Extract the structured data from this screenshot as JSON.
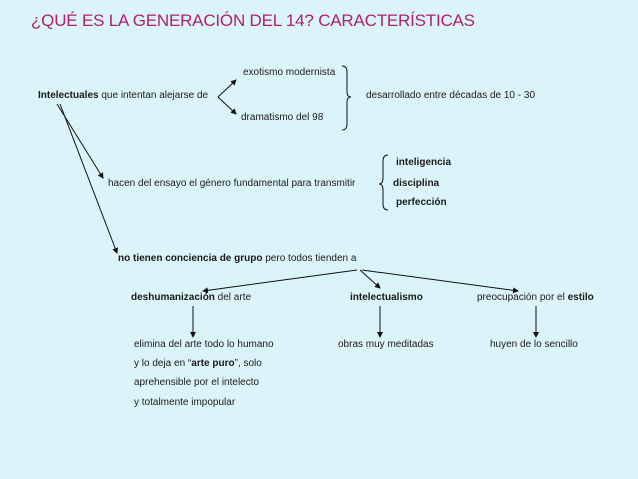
{
  "title": "¿QUÉ ES LA GENERACIÓN DEL 14? CARACTERÍSTICAS",
  "colors": {
    "title": "#b0206e",
    "background": "#dbf4f9",
    "text": "#1a1a1a"
  },
  "nodes": {
    "root": {
      "bold": "Intelectuales",
      "rest": " que intentan alejarse de"
    },
    "exotismo": "exotismo modernista",
    "dramatismo": "dramatismo del 98",
    "decadas": "desarrollado entre décadas de 10 - 30",
    "ensayo": "hacen del ensayo el género fundamental para transmitir",
    "transmit_items": [
      "inteligencia",
      "disciplina",
      "perfección"
    ],
    "grupo": {
      "bold": "no tienen conciencia de grupo",
      "rest": " pero todos tienden a"
    },
    "deshumanizacion": {
      "bold": "deshumanización",
      "rest": " del arte"
    },
    "intelectualismo": "intelectualismo",
    "estilo": {
      "pre": "preocupación por el ",
      "bold": "estilo"
    },
    "deshum_desc": {
      "line1": "elimina del arte todo lo humano",
      "line2_pre": "y lo deja en “",
      "line2_bold": "arte puro",
      "line2_post": "”, solo",
      "line3": "aprehensible por el intelecto",
      "line4": "y totalmente impopular"
    },
    "intelect_desc": "obras muy meditadas",
    "estilo_desc": "huyen de lo sencillo"
  }
}
